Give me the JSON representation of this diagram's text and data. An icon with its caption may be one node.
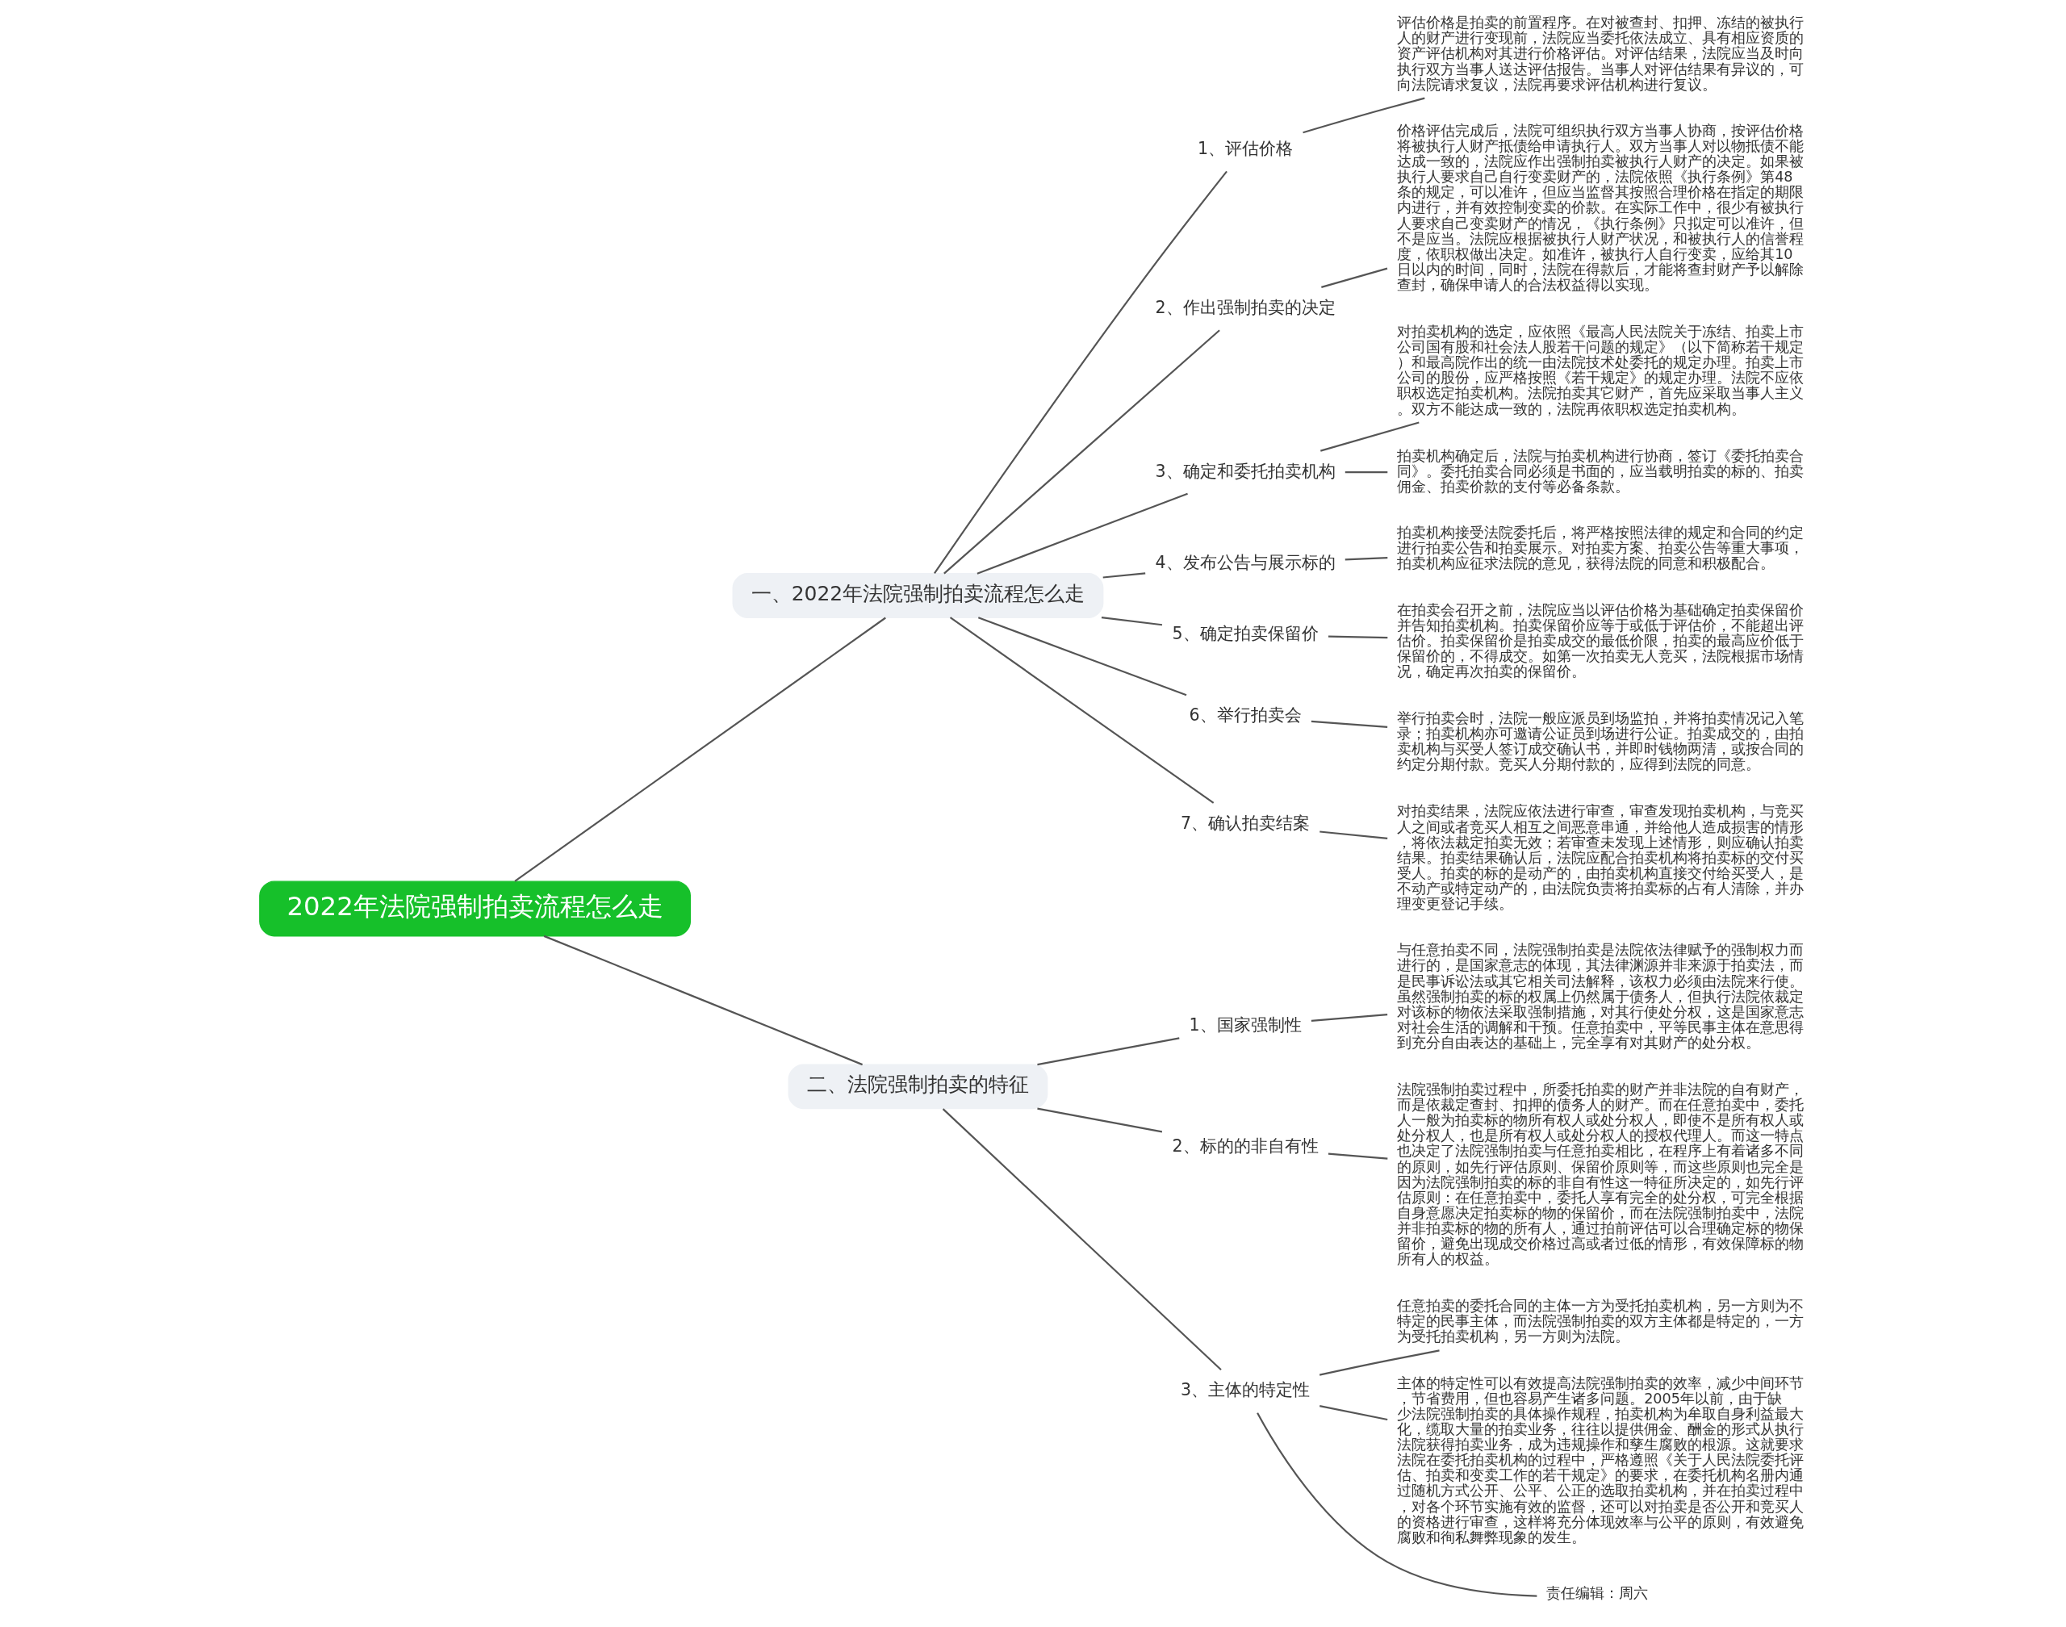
{
  "diagram": {
    "nodes": [
      {
        "text": [
          "2022年法院强制拍卖流程怎么走"
        ]
      },
      {
        "text": [
          "一、2022年法院强制拍卖流程怎么走"
        ]
      },
      {
        "text": [
          "1、评估价格"
        ]
      },
      {
        "text": [
          "评估价格是拍卖的前置程序。在对被查封、扣押、冻结的被执行人的财产进行变现前，法院应当委托依法成立、具有相应资质的资产评估机构对其进行价格评估。对评估结果，法院应当及时向执行双方当事人送达评估报告。当事人对评估结果有异议的，可向法院请求复议，法院再要求评估机构进行复议。"
        ]
      },
      {
        "text": [
          "2、作出强制拍卖的决定"
        ]
      },
      {
        "text": [
          "价格评估完成后，法院可组织执行双方当事人协商，按评估价格将被执行人财产抵债给申请执行人。双方当事人对以物抵债不能达成一致的，法院应作出强制拍卖被执行人财产的决定。如果被执行人要求自己自行变卖财产的，法院依照《执行条例》第48条的规定，可以准许，但应当监督其按照合理价格在指定的期限内进行，并有效控制变卖的价款。在实际工作中，很少有被执行人要求自己变卖财产的情况，《执行条例》只拟定可以准许，但不是应当。法院应根据被执行人财产状况，和被执行人的信誉程度，依职权做出决定。如准许，被执行人自行变卖，应给其10日以内的时间，同时，法院在得款后，才能将查封财产予以解除查封，确保申请人的合法权益得以实现。"
        ]
      },
      {
        "text": [
          "3、确定和委托拍卖机构"
        ]
      },
      {
        "text": [
          "对拍卖机构的选定，应依照《最高人民法院关于冻结、拍卖上市公司国有股和社会法人股若干问题的规定》（以下简称若干规定）和最高院作出的统一由法院技术处委托的规定办理。拍卖上市公司的股份，应严格按照《若干规定》的规定办理。法院不应依职权选定拍卖机构。法院拍卖其它财产，首先应采取当事人主义。双方不能达成一致的，法院再依职权选定拍卖机构。"
        ]
      },
      {
        "text": [
          "拍卖机构确定后，法院与拍卖机构进行协商，签订《委托拍卖合同》。委托拍卖合同必须是书面的，应当载明拍卖的标的、拍卖佣金、拍卖价款的支付等必备条款。"
        ]
      },
      {
        "text": [
          "4、发布公告与展示标的"
        ]
      },
      {
        "text": [
          "拍卖机构接受法院委托后，将严格按照法律的规定和合同的约定进行拍卖公告和拍卖展示。对拍卖方案、拍卖公告等重大事项，拍卖机构应征求法院的意见，获得法院的同意和积极配合。"
        ]
      },
      {
        "text": [
          "5、确定拍卖保留价"
        ]
      },
      {
        "text": [
          "在拍卖会召开之前，法院应当以评估价格为基础确定拍卖保留价并告知拍卖机构。拍卖保留价应等于或低于评估价，不能超出评估价。拍卖保留价是拍卖成交的最低价限，拍卖的最高应价低于保留价的，不得成交。如第一次拍卖无人竞买，法院根据市场情况，确定再次拍卖的保留价。"
        ]
      },
      {
        "text": [
          "6、举行拍卖会"
        ]
      },
      {
        "text": [
          "举行拍卖会时，法院一般应派员到场监拍，并将拍卖情况记入笔录；拍卖机构亦可邀请公证员到场进行公证。拍卖成交的，由拍卖机构与买受人签订成交确认书，并即时钱物两清，或按合同的约定分期付款。竞买人分期付款的，应得到法院的同意。"
        ]
      },
      {
        "text": [
          "7、确认拍卖结案"
        ]
      },
      {
        "text": [
          "对拍卖结果，法院应依法进行审查，审查发现拍卖机构，与竞买人之间或者竞买人相互之间恶意串通，并给他人造成损害的情形，将依法裁定拍卖无效；若审查未发现上述情形，则应确认拍卖结果。拍卖结果确认后，法院应配合拍卖机构将拍卖标的交付买受人。拍卖的标的是动产的，由拍卖机构直接交付给买受人，是不动产或特定动产的，由法院负责将拍卖标的占有人清除，并办理变更登记手续。"
        ]
      },
      {
        "text": [
          "二、法院强制拍卖的特征"
        ]
      },
      {
        "text": [
          "1、国家强制性"
        ]
      },
      {
        "text": [
          "与任意拍卖不同，法院强制拍卖是法院依法律赋予的强制权力而进行的，是国家意志的体现，其法律渊源并非来源于拍卖法，而是民事诉讼法或其它相关司法解释，该权力必须由法院来行使。虽然强制拍卖的标的权属上仍然属于债务人，但执行法院依裁定对该标的物依法采取强制措施，对其行使处分权，这是国家意志对社会生活的调解和干预。任意拍卖中，平等民事主体在意思得到充分自由表达的基础上，完全享有对其财产的处分权。"
        ]
      },
      {
        "text": [
          "2、标的的非自有性"
        ]
      },
      {
        "text": [
          "法院强制拍卖过程中，所委托拍卖的财产并非法院的自有财产，而是依裁定查封、扣押的债务人的财产。而在任意拍卖中，委托人一般为拍卖标的物所有权人或处分权人，即使不是所有权人或处分权人，也是所有权人或处分权人的授权代理人。而这一特点也决定了法院强制拍卖与任意拍卖相比，在程序上有着诸多不同的原则，如先行评估原则、保留价原则等，而这些原则也完全是因为法院强制拍卖的标的非自有性这一特征所决定的，如先行评估原则：在任意拍卖中，委托人享有完全的处分权，可完全根据自身意愿决定拍卖标的物的保留价，而在法院强制拍卖中，法院并非拍卖标的物的所有人，通过拍前评估可以合理确定标的物保留价，避免出现成交价格过高或者过低的情形，有效保障标的物所有人的权益。"
        ]
      },
      {
        "text": [
          "3、主体的特定性"
        ]
      },
      {
        "text": [
          "任意拍卖的委托合同的主体一方为受托拍卖机构，另一方则为不特定的民事主体，而法院强制拍卖的双方主体都是特定的，一方为受托拍卖机构，另一方则为法院。"
        ]
      },
      {
        "text": [
          "主体的特定性可以有效提高法院强制拍卖的效率，减少中间环节，节省费用，但也容易产生诸多问题。2005年以前，由于缺少法院强制拍卖的具体操作规程，拍卖机构为牟取自身利益最大化，缆取大量的拍卖业务，往往以提供佣金、酬金的形式从执行法院获得拍卖业务，成为违规操作和孳生腐败的根源。这就要求法院在委托拍卖机构的过程中，严格遵照《关于人民法院委托评估、拍卖和变卖工作的若干规定》的要求，在委托机构名册内通过随机方式公开、公平、公正的选取拍卖机构，并在拍卖过程中，对各个环节实施有效的监督，还可以对拍卖是否公开和竞买人的资格进行审查，这样将充分体现效率与公平的原则，有效避免腐败和徇私舞弊现象的发生。"
        ]
      },
      {
        "text": [
          "责任编辑：周六"
        ]
      }
    ],
    "edges": [
      {
        "from": 0,
        "to": 1,
        "arrow": "none"
      },
      {
        "from": 1,
        "to": 2,
        "arrow": "none"
      },
      {
        "from": 2,
        "to": 3,
        "arrow": "none"
      },
      {
        "from": 1,
        "to": 4,
        "arrow": "none"
      },
      {
        "from": 4,
        "to": 5,
        "arrow": "none"
      },
      {
        "from": 1,
        "to": 6,
        "arrow": "none"
      },
      {
        "from": 6,
        "to": 7,
        "arrow": "none"
      },
      {
        "from": 6,
        "to": 8,
        "arrow": "none"
      },
      {
        "from": 1,
        "to": 9,
        "arrow": "none"
      },
      {
        "from": 9,
        "to": 10,
        "arrow": "none"
      },
      {
        "from": 1,
        "to": 11,
        "arrow": "none"
      },
      {
        "from": 11,
        "to": 12,
        "arrow": "none"
      },
      {
        "from": 1,
        "to": 13,
        "arrow": "none"
      },
      {
        "from": 13,
        "to": 14,
        "arrow": "none"
      },
      {
        "from": 1,
        "to": 15,
        "arrow": "none"
      },
      {
        "from": 15,
        "to": 16,
        "arrow": "none"
      },
      {
        "from": 0,
        "to": 17,
        "arrow": "none"
      },
      {
        "from": 17,
        "to": 18,
        "arrow": "none"
      },
      {
        "from": 18,
        "to": 19,
        "arrow": "none"
      },
      {
        "from": 17,
        "to": 20,
        "arrow": "none"
      },
      {
        "from": 20,
        "to": 21,
        "arrow": "none"
      },
      {
        "from": 17,
        "to": 22,
        "arrow": "none"
      },
      {
        "from": 22,
        "to": 23,
        "arrow": "none"
      },
      {
        "from": 22,
        "to": 24,
        "arrow": "none"
      },
      {
        "from": 22,
        "to": 25,
        "arrow": "none"
      }
    ]
  }
}
